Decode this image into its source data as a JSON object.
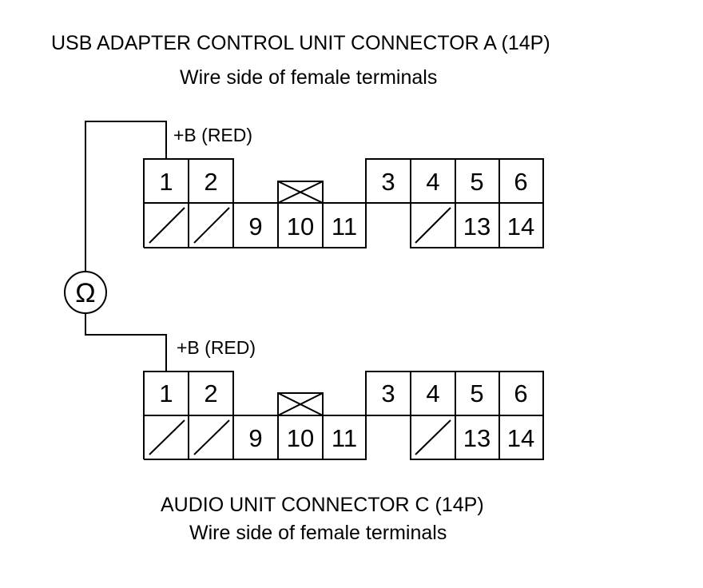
{
  "top": {
    "title": "USB ADAPTER CONTROL UNIT CONNECTOR A (14P)",
    "subtitle": "Wire side of female terminals",
    "probe_label": "+B (RED)",
    "pins": [
      "1",
      "2",
      "9",
      "10",
      "11",
      "3",
      "4",
      "5",
      "6",
      "13",
      "14"
    ]
  },
  "bottom": {
    "title": "AUDIO UNIT CONNECTOR C (14P)",
    "subtitle": "Wire side of female terminals",
    "probe_label": "+B (RED)",
    "pins": [
      "1",
      "2",
      "9",
      "10",
      "11",
      "3",
      "4",
      "5",
      "6",
      "13",
      "14"
    ]
  },
  "meter": {
    "symbol": "Ω",
    "icon": "ohmmeter-icon"
  }
}
